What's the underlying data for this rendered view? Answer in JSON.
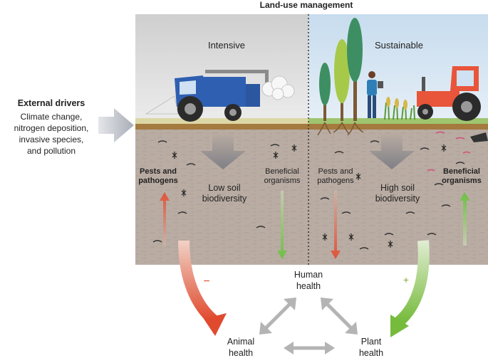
{
  "title": "Land-use management",
  "panels": {
    "intensive": {
      "label": "Intensive",
      "pests_line1": "Pests and",
      "pests_line2": "pathogens",
      "biodiversity_line1": "Low soil",
      "biodiversity_line2": "biodiversity",
      "beneficial_line1": "Beneficial",
      "beneficial_line2": "organisms"
    },
    "sustainable": {
      "label": "Sustainable",
      "pests_line1": "Pests and",
      "pests_line2": "pathogens",
      "biodiversity_line1": "High soil",
      "biodiversity_line2": "biodiversity",
      "beneficial_line1": "Beneficial",
      "beneficial_line2": "organisms"
    }
  },
  "external_drivers": {
    "title": "External drivers",
    "lines": [
      "Climate change,",
      "nitrogen deposition,",
      "invasive species,",
      "and pollution"
    ]
  },
  "health": {
    "human_line1": "Human",
    "human_line2": "health",
    "animal_line1": "Animal",
    "animal_line2": "health",
    "plant_line1": "Plant",
    "plant_line2": "health",
    "minus": "−",
    "plus": "+"
  },
  "colors": {
    "sky_intensive": "#dcdcdc",
    "sky_sustainable": "#d6e6f3",
    "soil": "#b8aba2",
    "negative_arrow": "#e0533a",
    "positive_arrow": "#7fbf4a",
    "tractor_blue": "#2f5fb0",
    "tractor_red": "#e8553a"
  }
}
